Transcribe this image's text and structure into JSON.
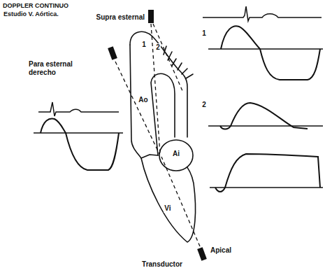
{
  "diagram": {
    "title": "DOPPLER CONTINUO",
    "labels": [
      "Estudio V. Aórtica.",
      "Supra esternal",
      "1",
      "2",
      "1",
      "Para esternal derecho",
      "Ao",
      "Ai",
      "2",
      "Vi",
      "Apical",
      "Transductor"
    ]
  }
}
